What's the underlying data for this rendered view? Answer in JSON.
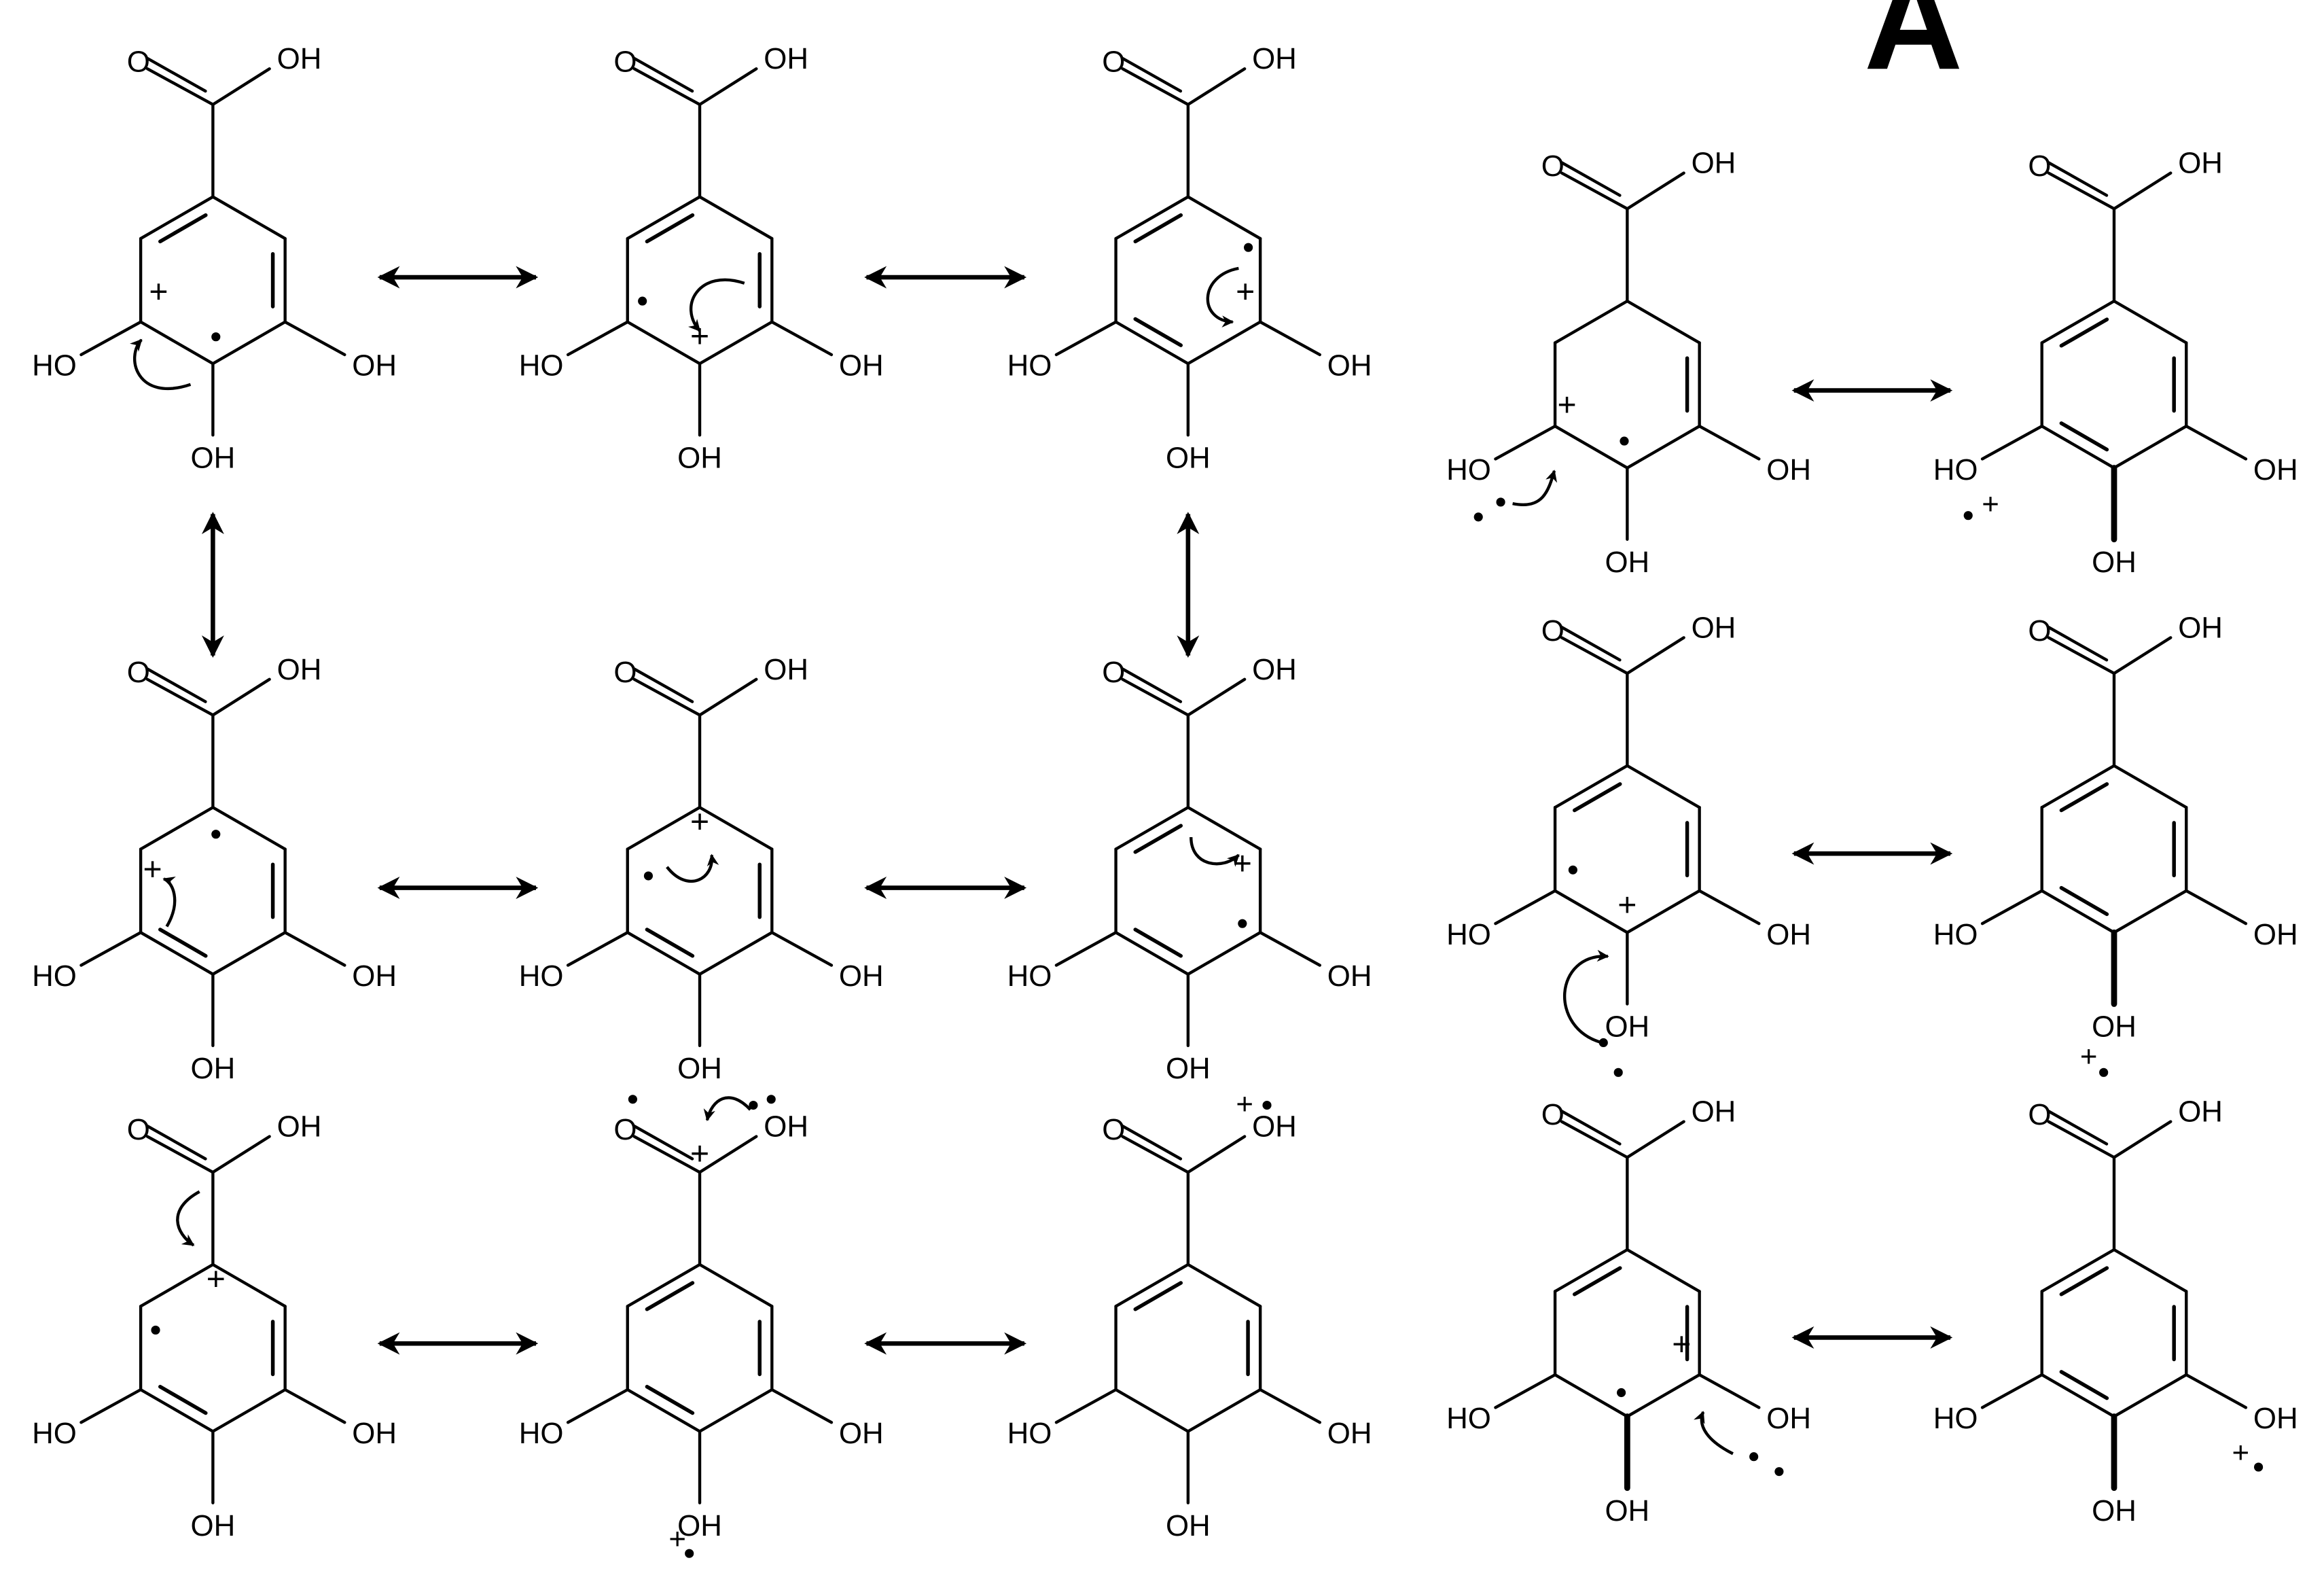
{
  "figure": {
    "panel_label": "A",
    "group_labels": {
      "oh": "OH",
      "ho": "HO",
      "o": "O"
    },
    "charge_symbols": {
      "cation": "+",
      "radical": "•"
    }
  },
  "colors": {
    "ink": "#000000",
    "background": "#ffffff"
  },
  "structures": [
    {
      "name": "structure-r1c1"
    },
    {
      "name": "structure-r1c2"
    },
    {
      "name": "structure-r1c3"
    },
    {
      "name": "structure-r2c1"
    },
    {
      "name": "structure-r2c2"
    },
    {
      "name": "structure-r2c3"
    },
    {
      "name": "structure-r3c1"
    },
    {
      "name": "structure-r3c2"
    },
    {
      "name": "structure-r3c3"
    },
    {
      "name": "structure-right-r1c1"
    },
    {
      "name": "structure-right-r1c2"
    },
    {
      "name": "structure-right-r2c1"
    },
    {
      "name": "structure-right-r2c2"
    },
    {
      "name": "structure-right-r3c1"
    },
    {
      "name": "structure-right-r3c2"
    }
  ]
}
